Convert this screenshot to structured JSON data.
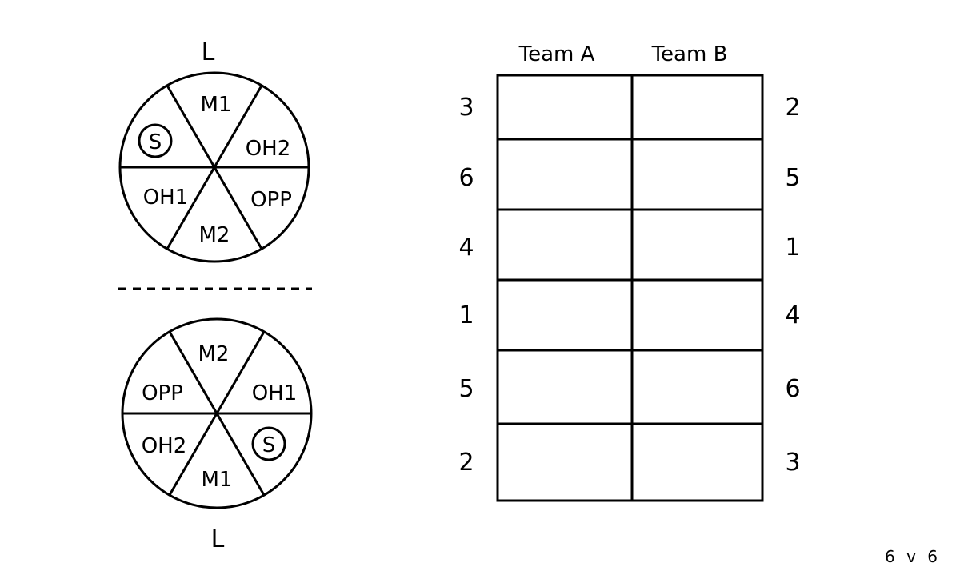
{
  "top_rotation": {
    "libero_label": "L",
    "positions": {
      "top": "M1",
      "upper_right": "OH2",
      "lower_right": "OPP",
      "bottom": "M2",
      "lower_left": "OH1",
      "upper_left": "S"
    },
    "setter_slot": "upper_left"
  },
  "bottom_rotation": {
    "libero_label": "L",
    "positions": {
      "top": "M2",
      "upper_right": "OH1",
      "lower_right": "S",
      "bottom": "M1",
      "lower_left": "OH2",
      "upper_left": "OPP"
    },
    "setter_slot": "lower_right"
  },
  "score_table": {
    "headers": [
      "Team A",
      "Team B"
    ],
    "team_a_numbers": [
      "3",
      "6",
      "4",
      "1",
      "5",
      "2"
    ],
    "team_b_numbers": [
      "2",
      "5",
      "1",
      "4",
      "6",
      "3"
    ]
  },
  "footer": {
    "label": "6 v 6"
  }
}
